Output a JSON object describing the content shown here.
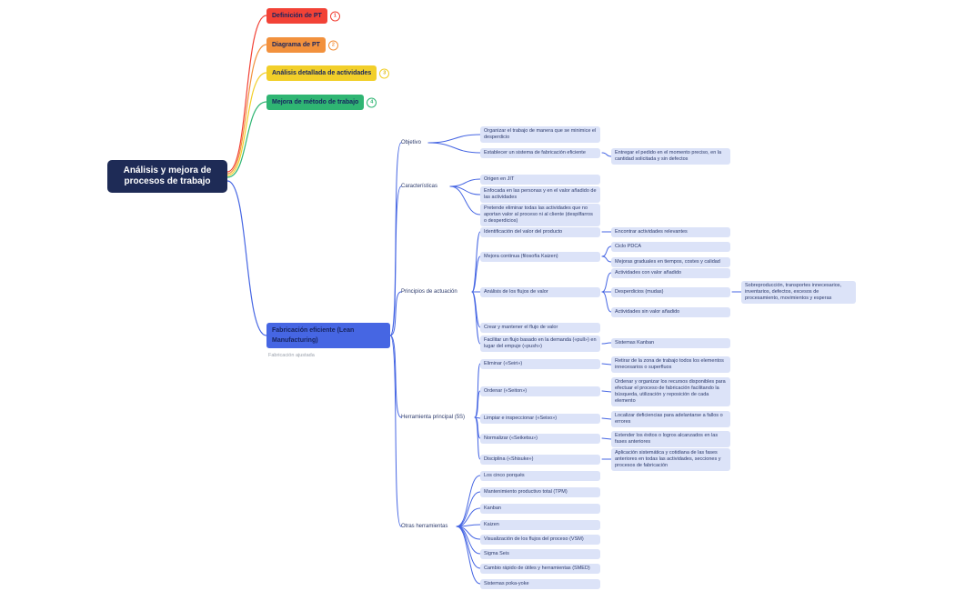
{
  "palette": {
    "red": "#f24236",
    "orange": "#f2913d",
    "yellow": "#f2cf2a",
    "green": "#2fb573",
    "blue": "#4666e3",
    "navy": "#1e2b56",
    "node_bg": "#dce3f8",
    "node_text": "#2c3a6b",
    "connector_blue": "#4666e3"
  },
  "root": {
    "label": "Análisis y mejora de procesos de trabajo"
  },
  "branches": [
    {
      "label": "Definición de PT",
      "badge": "1"
    },
    {
      "label": "Diagrama de PT",
      "badge": "2"
    },
    {
      "label": "Análisis detallada de actividades",
      "badge": "3"
    },
    {
      "label": "Mejora de método de trabajo",
      "badge": "4"
    }
  ],
  "lean": {
    "label": "Fabricación eficiente (Lean Manufacturing)",
    "note": "Fabricación ajustada",
    "sections": [
      {
        "label": "Objetivo",
        "items": [
          {
            "label": "Organizar el trabajo de manera que se minimice el desperdicio"
          },
          {
            "label": "Establecer un sistema de fabricación eficiente",
            "children": [
              {
                "label": "Entregar el pedido en el momento preciso, en la cantidad solicitada y sin defectos"
              }
            ]
          }
        ]
      },
      {
        "label": "Características",
        "items": [
          {
            "label": "Origen en JIT"
          },
          {
            "label": "Enfocada en las personas y en el valor añadido de las actividades"
          },
          {
            "label": "Pretende eliminar todas las actividades que no aportan valor al proceso ni al cliente (despilfarros o desperdicios)"
          }
        ]
      },
      {
        "label": "Principios de actuación",
        "items": [
          {
            "label": "Identificación del valor del producto",
            "children": [
              {
                "label": "Encontrar actividades relevantes"
              }
            ]
          },
          {
            "label": "Mejora continua (filosofía Kaizen)",
            "children": [
              {
                "label": "Ciclo PDCA"
              },
              {
                "label": "Mejoras graduales en tiempos, costes y calidad"
              }
            ]
          },
          {
            "label": "Análisis de los flujos de valor",
            "children": [
              {
                "label": "Actividades con valor añadido"
              },
              {
                "label": "Desperdicios (mudas)",
                "children": [
                  {
                    "label": "Sobreproducción, transportes innecesarios, inventarios, defectos, excesos de procesamiento, movimientos y esperas"
                  }
                ]
              },
              {
                "label": "Actividades sin valor añadido"
              }
            ]
          },
          {
            "label": "Crear y mantener el flujo de valor"
          },
          {
            "label": "Facilitar un flujo basado en la demanda («pull») en lugar del empuje («push»)",
            "children": [
              {
                "label": "Sistemas Kanban"
              }
            ]
          }
        ]
      },
      {
        "label": "Herramienta principal (5S)",
        "items": [
          {
            "label": "Eliminar («Seiri»)",
            "children": [
              {
                "label": "Retirar de la zona de trabajo todos los elementos innecesarios o superfluos"
              }
            ]
          },
          {
            "label": "Ordenar («Seiton»)",
            "children": [
              {
                "label": "Ordenar y organizar los recursos disponibles para efectuar el proceso de fabricación facilitando la búsqueda, utilización y reposición de cada elemento"
              }
            ]
          },
          {
            "label": "Limpiar e inspeccionar («Seiso»)",
            "children": [
              {
                "label": "Localizar deficiencias para adelantarse a fallos o errores"
              }
            ]
          },
          {
            "label": "Normalizar («Seiketsu»)",
            "children": [
              {
                "label": "Extender los éxitos o logros alcanzados en las fases anteriores"
              }
            ]
          },
          {
            "label": "Disciplina («Shisuke»)",
            "children": [
              {
                "label": "Aplicación sistemática y cotidiana de las fases anteriores en todas las actividades, secciones y procesos de fabricación"
              }
            ]
          }
        ]
      },
      {
        "label": "Otras herramientas",
        "items": [
          {
            "label": "Los cinco porqués"
          },
          {
            "label": "Mantenimiento productivo total (TPM)"
          },
          {
            "label": "Kanban"
          },
          {
            "label": "Kaizen"
          },
          {
            "label": "Visualización de los flujos del proceso (VSM)"
          },
          {
            "label": "Sigma Seis"
          },
          {
            "label": "Cambio rápido de útiles y herramientas (SMED)"
          },
          {
            "label": "Sistemas poka-yoke"
          }
        ]
      }
    ]
  }
}
